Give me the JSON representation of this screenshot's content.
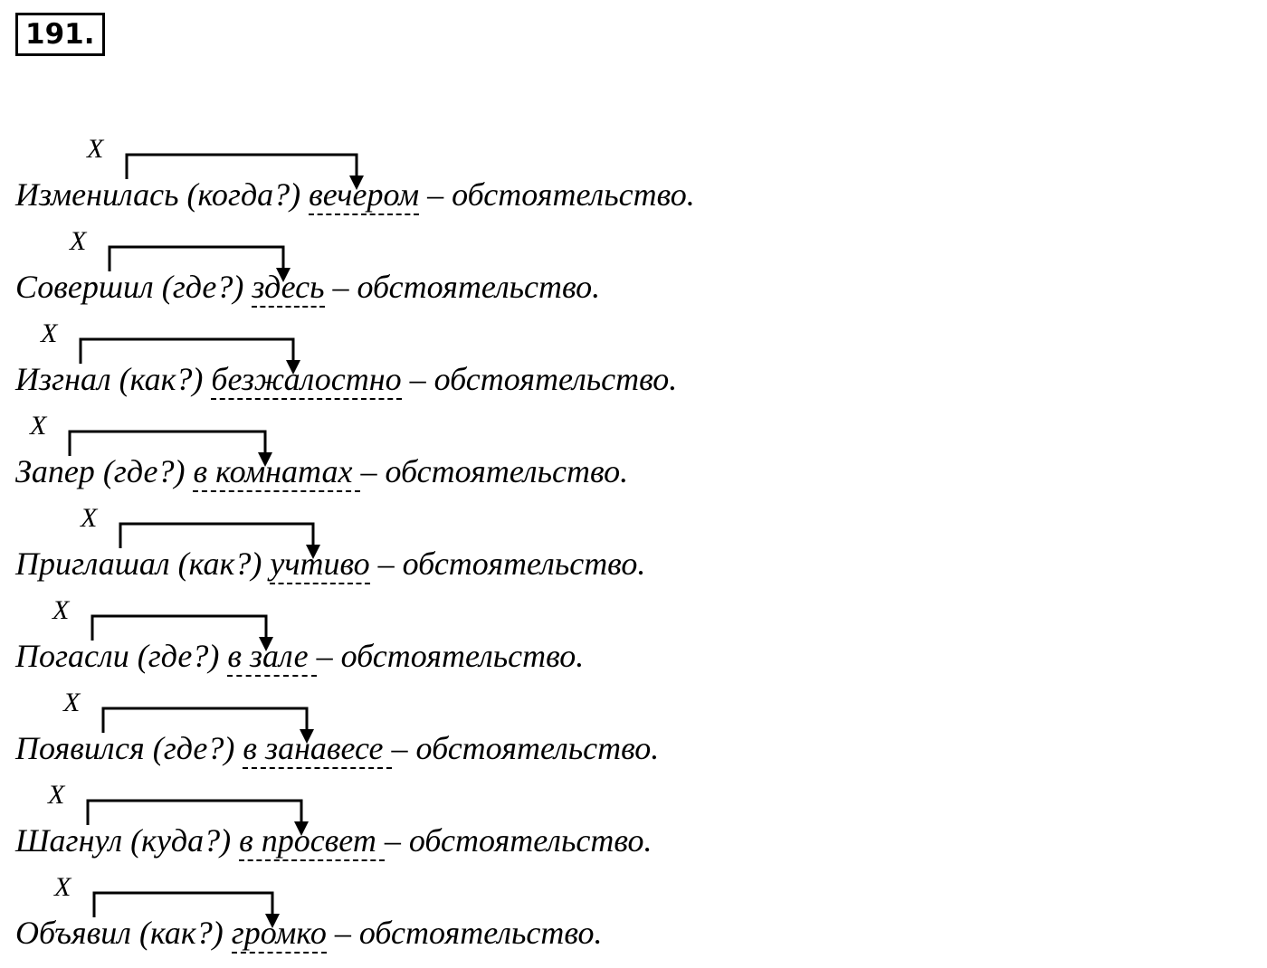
{
  "exercise_number": "191.",
  "x_mark": "X",
  "rows": [
    {
      "verb": "Изменилась",
      "question": "(когда?)",
      "adverbial": "вечером",
      "rest": " – обстоятельство."
    },
    {
      "verb": "Совершил",
      "question": "(где?)",
      "adverbial": "здесь",
      "rest": " – обстоятельство."
    },
    {
      "verb": "Изгнал",
      "question": "(как?)",
      "adverbial": "безжалостно",
      "rest": " – обстоятельство."
    },
    {
      "verb": "Запер",
      "question": "(где?)",
      "adverbial": "в комнатах ",
      "rest": "– обстоятельство."
    },
    {
      "verb": "Приглашал",
      "question": "(как?)",
      "adverbial": "учтиво",
      "rest": " – обстоятельство."
    },
    {
      "verb": "Погасли",
      "question": "(где?)",
      "adverbial": "в зале ",
      "rest": "– обстоятельство."
    },
    {
      "verb": "Появился",
      "question": "(где?)",
      "adverbial": "в занавесе ",
      "rest": "– обстоятельство."
    },
    {
      "verb": "Шагнул",
      "question": "(куда?)",
      "adverbial": "в просвет ",
      "rest": "– обстоятельство."
    },
    {
      "verb": "Объявил",
      "question": "(как?)",
      "adverbial": "громко",
      "rest": " – обстоятельство."
    }
  ]
}
